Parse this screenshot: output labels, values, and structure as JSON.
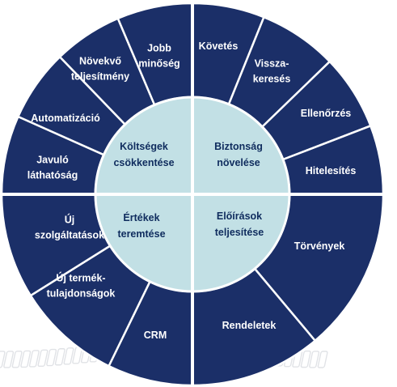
{
  "colors": {
    "outer_fill": "#1b2f68",
    "inner_fill": "#c2e0e5",
    "separator": "#ffffff",
    "outer_text": "#ffffff",
    "inner_text": "#0f2c5e",
    "decor": "#c8ccd3"
  },
  "quadrants": [
    {
      "key": "top-left",
      "center_lines": [
        "Költségek",
        "csökkentése"
      ],
      "items": [
        {
          "lines": [
            "Javuló",
            "láthatóság"
          ]
        },
        {
          "lines": [
            "Automatizáció"
          ]
        },
        {
          "lines": [
            "Növekvő",
            "teljesítmény"
          ]
        },
        {
          "lines": [
            "Jobb",
            "minőség"
          ]
        }
      ]
    },
    {
      "key": "top-right",
      "center_lines": [
        "Biztonság",
        "növelése"
      ],
      "items": [
        {
          "lines": [
            "Követés"
          ]
        },
        {
          "lines": [
            "Vissza-",
            "keresés"
          ]
        },
        {
          "lines": [
            "Ellenőrzés"
          ]
        },
        {
          "lines": [
            "Hitelesítés"
          ]
        }
      ]
    },
    {
      "key": "bottom-right",
      "center_lines": [
        "Előírások",
        "teljesítése"
      ],
      "items": [
        {
          "lines": [
            "Törvények"
          ]
        },
        {
          "lines": [
            "Rendeletek"
          ]
        }
      ]
    },
    {
      "key": "bottom-left",
      "center_lines": [
        "Értékek",
        "teremtése"
      ],
      "items": [
        {
          "lines": [
            "CRM"
          ]
        },
        {
          "lines": [
            "Új termék-",
            "tulajdonságok"
          ]
        },
        {
          "lines": [
            "Új",
            "szolgáltatások"
          ]
        }
      ]
    }
  ]
}
